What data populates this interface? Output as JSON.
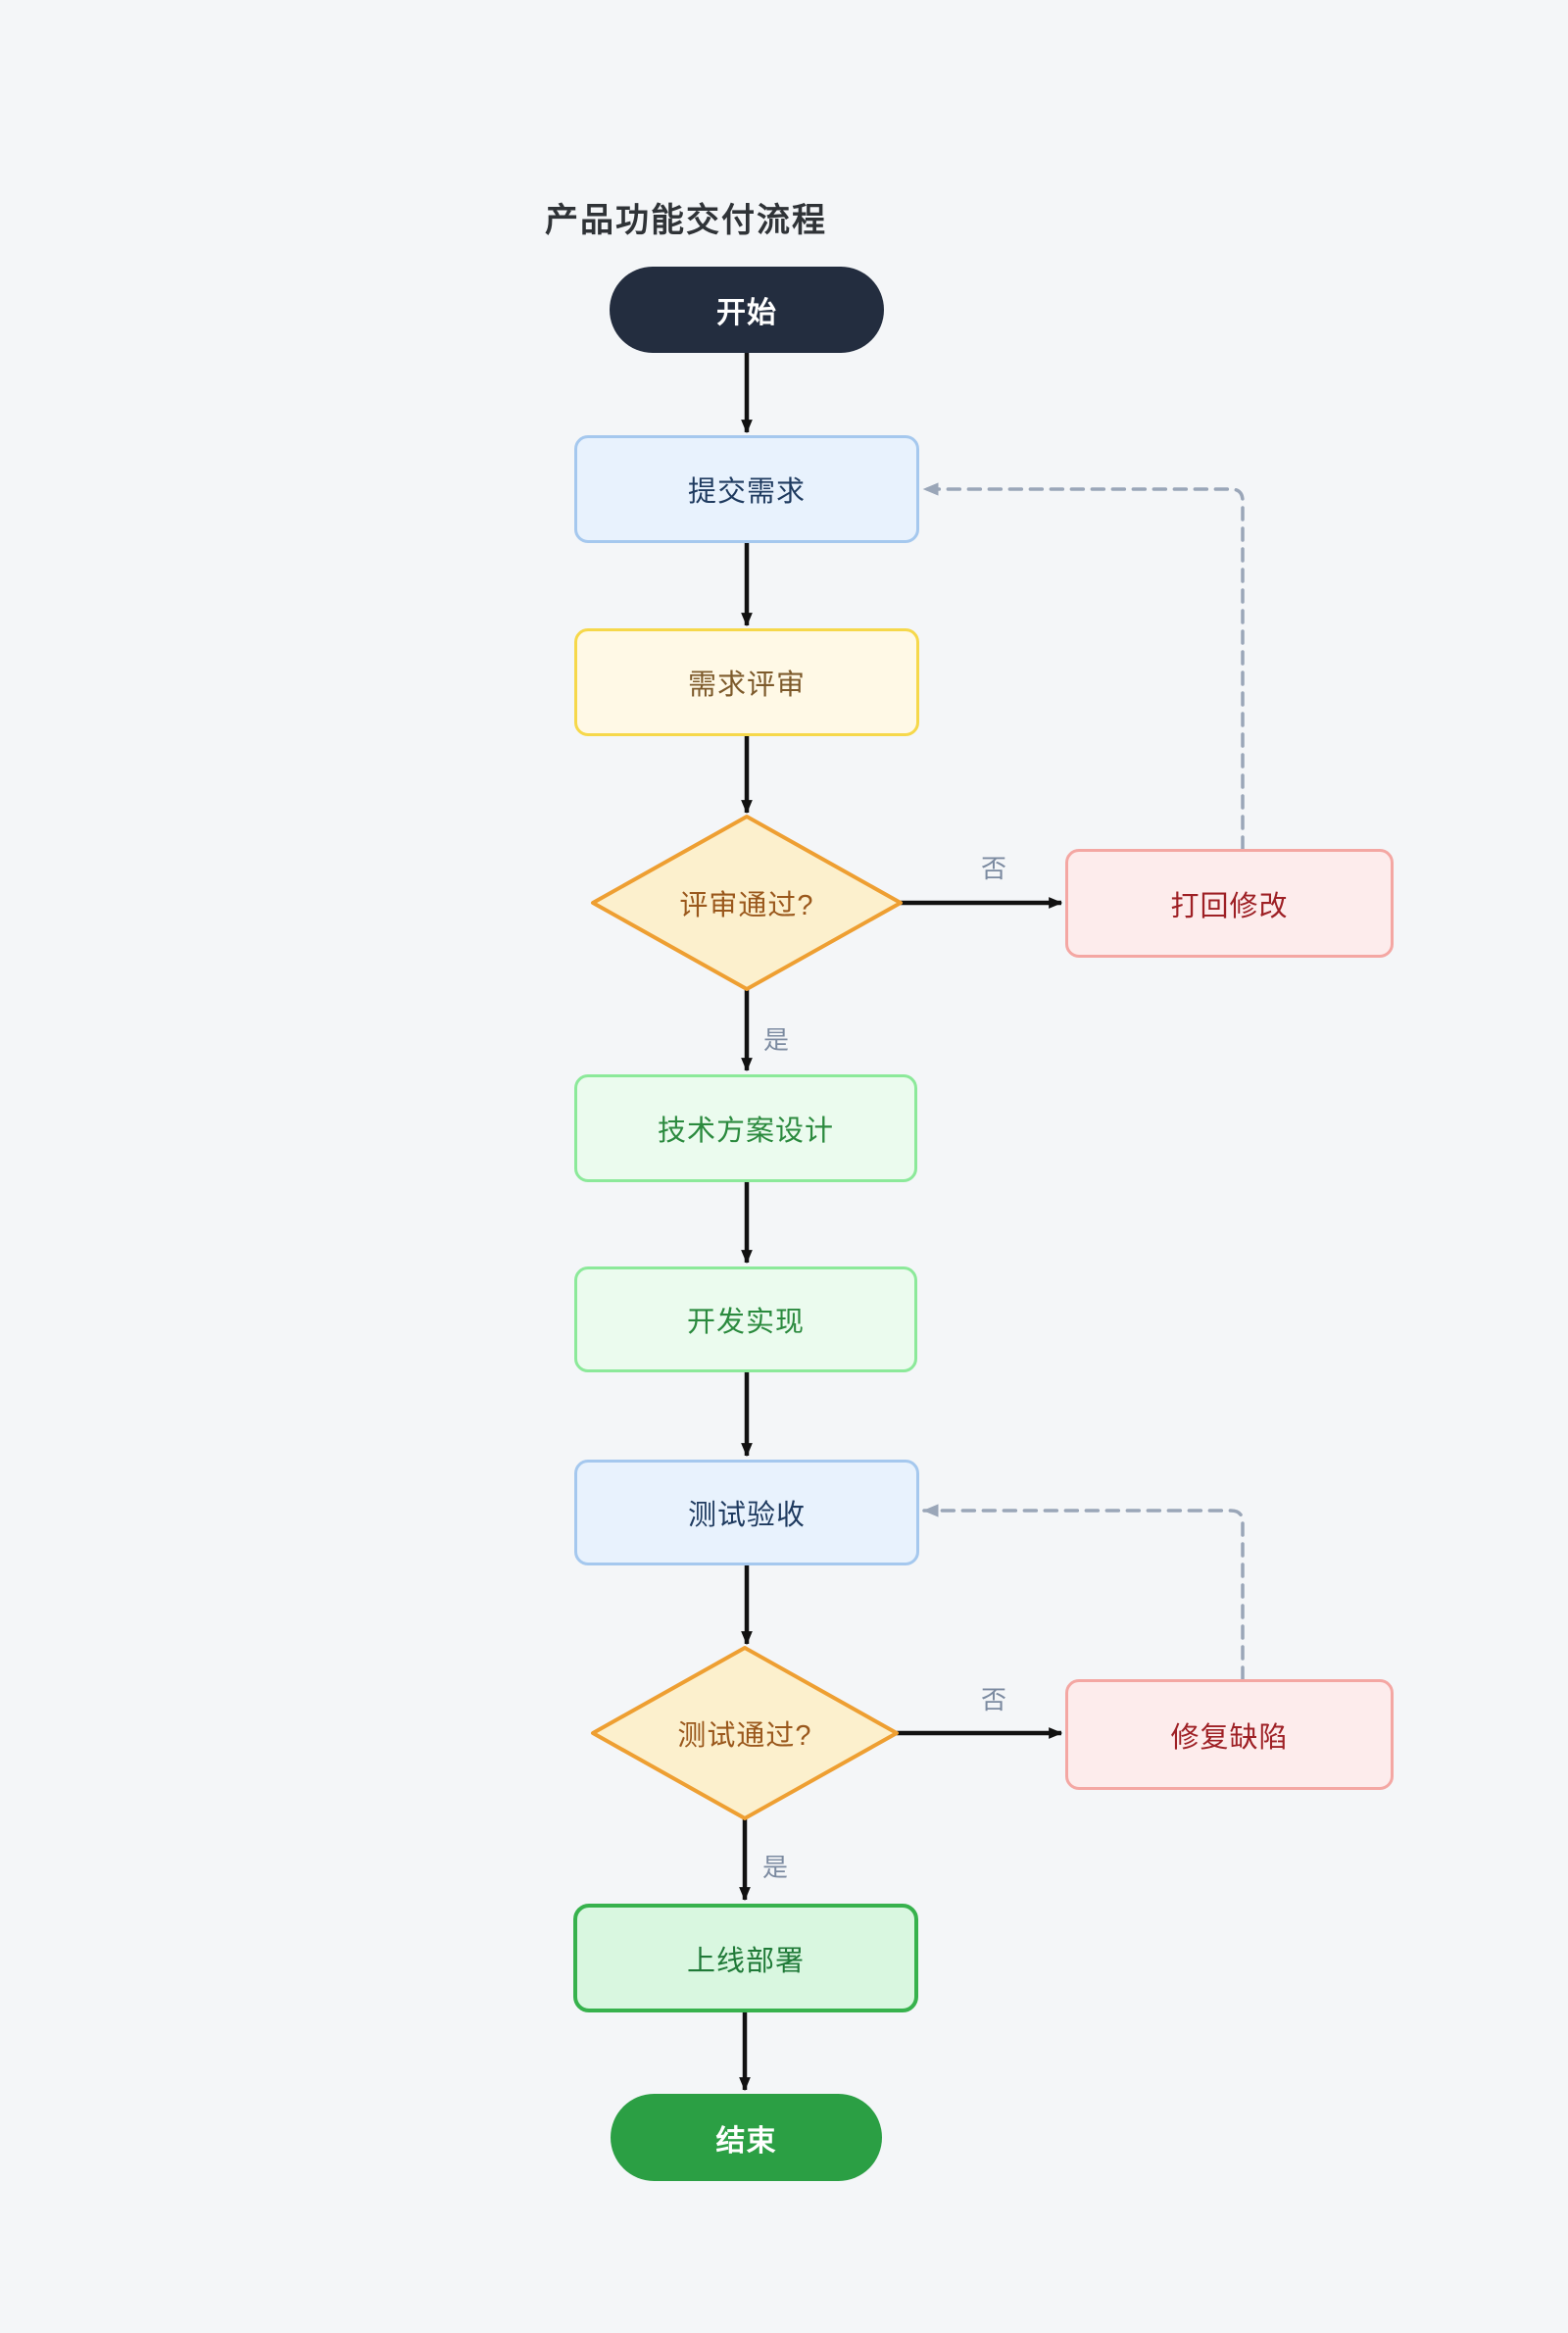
{
  "title": "产品功能交付流程",
  "nodes": {
    "start": {
      "label": "开始",
      "type": "terminator"
    },
    "submit": {
      "label": "提交需求",
      "type": "process"
    },
    "review": {
      "label": "需求评审",
      "type": "process"
    },
    "decision_review": {
      "label": "评审通过?",
      "type": "decision"
    },
    "reject": {
      "label": "打回修改",
      "type": "process"
    },
    "design": {
      "label": "技术方案设计",
      "type": "process"
    },
    "develop": {
      "label": "开发实现",
      "type": "process"
    },
    "test": {
      "label": "测试验收",
      "type": "process"
    },
    "decision_test": {
      "label": "测试通过?",
      "type": "decision"
    },
    "fix": {
      "label": "修复缺陷",
      "type": "process"
    },
    "deploy": {
      "label": "上线部署",
      "type": "process"
    },
    "end": {
      "label": "结束",
      "type": "terminator"
    }
  },
  "edge_labels": {
    "review_no": "否",
    "review_yes": "是",
    "test_no": "否",
    "test_yes": "是"
  },
  "colors": {
    "bg": "#f4f6f8",
    "title_text": "#2f3337",
    "start_fill": "#232d3f",
    "start_text": "#ffffff",
    "blue_fill": "#e8f2fd",
    "blue_border": "#a5c8ee",
    "blue_text": "#1e3a5f",
    "yellow_fill": "#fff9e6",
    "yellow_border": "#f6d84b",
    "yellow_text": "#7d5a2b",
    "diamond_fill": "#fcf0cd",
    "diamond_border": "#ee9f32",
    "diamond_text": "#9a581c",
    "pink_fill": "#fdecec",
    "pink_border": "#f4a7a3",
    "pink_text": "#9e2025",
    "green_fill": "#ebfbee",
    "green_border": "#8ce99a",
    "green_text": "#2b8a3e",
    "deploy_fill": "#d9f7e0",
    "deploy_border": "#37b24d",
    "deploy_text": "#207a38",
    "end_fill": "#2b9f44",
    "end_text": "#ffffff",
    "edge": "#111111",
    "dashed_edge": "#9aa6b8",
    "edge_label": "#7b8aa0"
  }
}
